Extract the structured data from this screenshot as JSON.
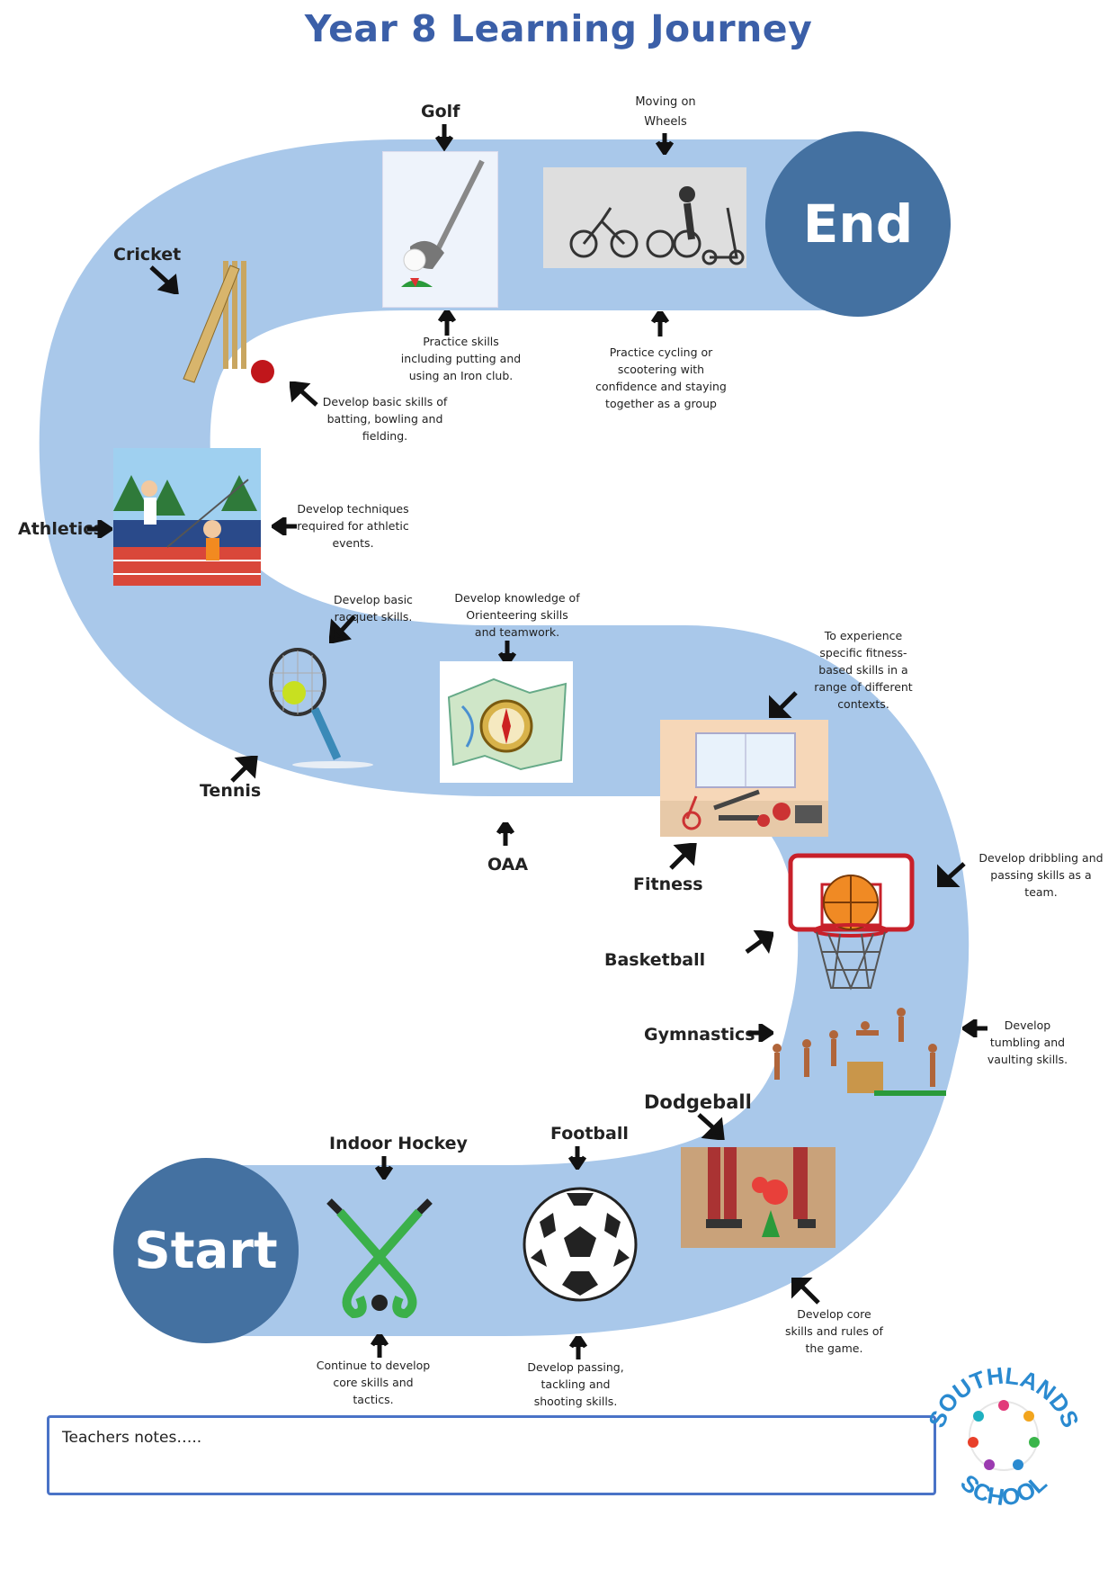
{
  "title": "Year 8 Learning Journey",
  "start_label": "Start",
  "end_label": "End",
  "stations": {
    "indoor_hockey": {
      "label": "Indoor Hockey",
      "desc": "Continue to develop core skills and tactics."
    },
    "football": {
      "label": "Football",
      "desc": "Develop passing, tackling and shooting skills."
    },
    "dodgeball": {
      "label": "Dodgeball",
      "desc": "Develop core skills and rules of the game."
    },
    "gymnastics": {
      "label": "Gymnastics",
      "desc": "Develop tumbling and vaulting skills."
    },
    "basketball": {
      "label": "Basketball",
      "desc": "Develop dribbling and passing skills as a team."
    },
    "fitness": {
      "label": "Fitness",
      "desc": "To experience specific fitness-based skills in a range of different contexts."
    },
    "oaa": {
      "label": "OAA",
      "desc": "Develop knowledge of Orienteering skills and teamwork."
    },
    "tennis": {
      "label": "Tennis",
      "desc": "Develop basic racquet skills."
    },
    "athletics": {
      "label": "Athletics",
      "desc": "Develop techniques required for athletic events."
    },
    "cricket": {
      "label": "Cricket",
      "desc": "Develop basic skills of batting, bowling and fielding."
    },
    "golf": {
      "label": "Golf",
      "desc": "Practice skills including putting and using an Iron club."
    },
    "wheels": {
      "label": "Moving on Wheels",
      "desc": "Practice cycling or scootering with confidence and staying together as a group"
    }
  },
  "notes_label": "Teachers notes…..",
  "logo": {
    "text_top": "SOUTHLANDS",
    "text_bottom": "SCHOOL"
  },
  "colors": {
    "title": "#3b5fa8",
    "path": "#a9c8ea",
    "circle": "#4471a1",
    "notes_border": "#4a73c7"
  }
}
